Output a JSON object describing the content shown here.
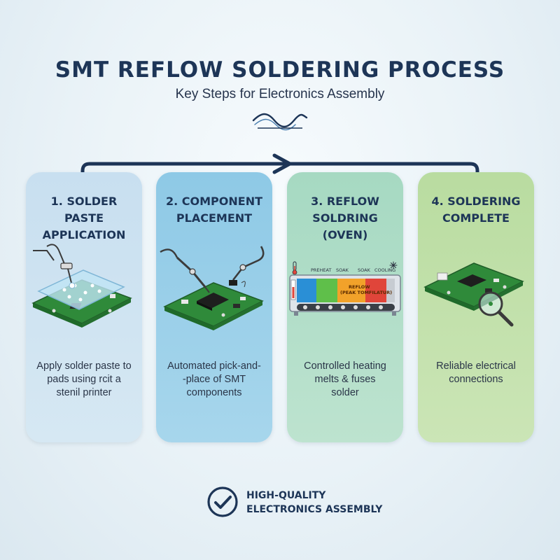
{
  "header": {
    "title": "SMT REFLOW SOLDERING PROCESS",
    "subtitle": "Key Steps for Electronics Assembly"
  },
  "steps": [
    {
      "title": "1. SOLDER PASTE\nAPPLICATION",
      "description": "Apply solder paste to\npads using rcit a\nstenil printer",
      "color": "#c8dff0"
    },
    {
      "title": "2. COMPONENT\nPLACEMENT",
      "description": "Automated pick-and-\n-place of SMT\ncomponents",
      "color": "#8ec9e6"
    },
    {
      "title": "3. REFLOW\nSOLDRING\n(OVEN)",
      "description": "Controlled heating\nmelts & fuses\nsolder",
      "color": "#a6d9c2"
    },
    {
      "title": "4. SOLDERING\nCOMPLETE",
      "description": "Reliable electrical\nconnections",
      "color": "#b9dca0"
    }
  ],
  "oven": {
    "zones": [
      "PREHEAT",
      "SOAK",
      "SOAK",
      "COOLING"
    ],
    "reflow_label": "REFLOW",
    "peak_label": "(PEAK TOMFILATUR)"
  },
  "footer": {
    "badge_text": "HIGH-QUALITY\nELECTRONICS ASSEMBLY"
  },
  "icons": {
    "wave": "wave-icon",
    "check": "check-circle-icon",
    "thermometer": "thermometer-icon",
    "snowflake": "snowflake-icon",
    "magnifier": "magnifier-icon"
  },
  "colors": {
    "navy": "#1d3557",
    "pcb_green": "#2f8a3a",
    "heat_blue": "#2a8fd6",
    "heat_green": "#5fbf4a",
    "heat_orange": "#f2a22a",
    "heat_red": "#e0453a"
  }
}
